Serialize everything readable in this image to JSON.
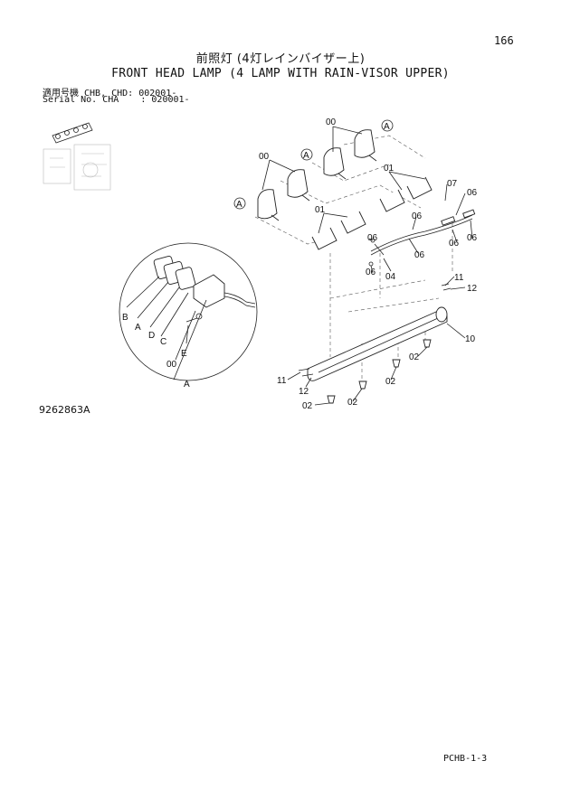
{
  "page": {
    "number": "166",
    "title_jp": "前照灯 (4灯レインバイザー上)",
    "title_en": "FRONT HEAD LAMP (4 LAMP WITH RAIN-VISOR UPPER)",
    "serial_line_1": "適用号機 CHB, CHD: 002001-",
    "serial_line_2": "Serial No. CHA    : 020001-",
    "drawing_number": "9262863A",
    "page_code": "PCHB-1-3"
  },
  "callouts": {
    "lamp_00_a": "00",
    "lamp_00_b": "00",
    "bracket_01_a": "01",
    "bracket_01_b": "01",
    "clip_07": "07",
    "clip_06_a": "06",
    "clip_06_b": "06",
    "clip_06_c": "06",
    "clip_06_d": "06",
    "clip_06_e": "06",
    "clip_06_f": "06",
    "harness_04": "04",
    "bolt_11_a": "11",
    "bolt_11_b": "11",
    "nut_12_a": "12",
    "nut_12_b": "12",
    "visor_10": "10",
    "grommet_02_a": "02",
    "grommet_02_b": "02",
    "grommet_02_c": "02",
    "grommet_02_d": "02",
    "ref_a_1": "A",
    "ref_a_2": "A",
    "ref_a_3": "A"
  },
  "detail": {
    "label_b": "B",
    "label_a": "A",
    "label_d": "D",
    "label_c": "C",
    "label_e": "E",
    "label_00": "00",
    "label_a_bottom": "A"
  }
}
